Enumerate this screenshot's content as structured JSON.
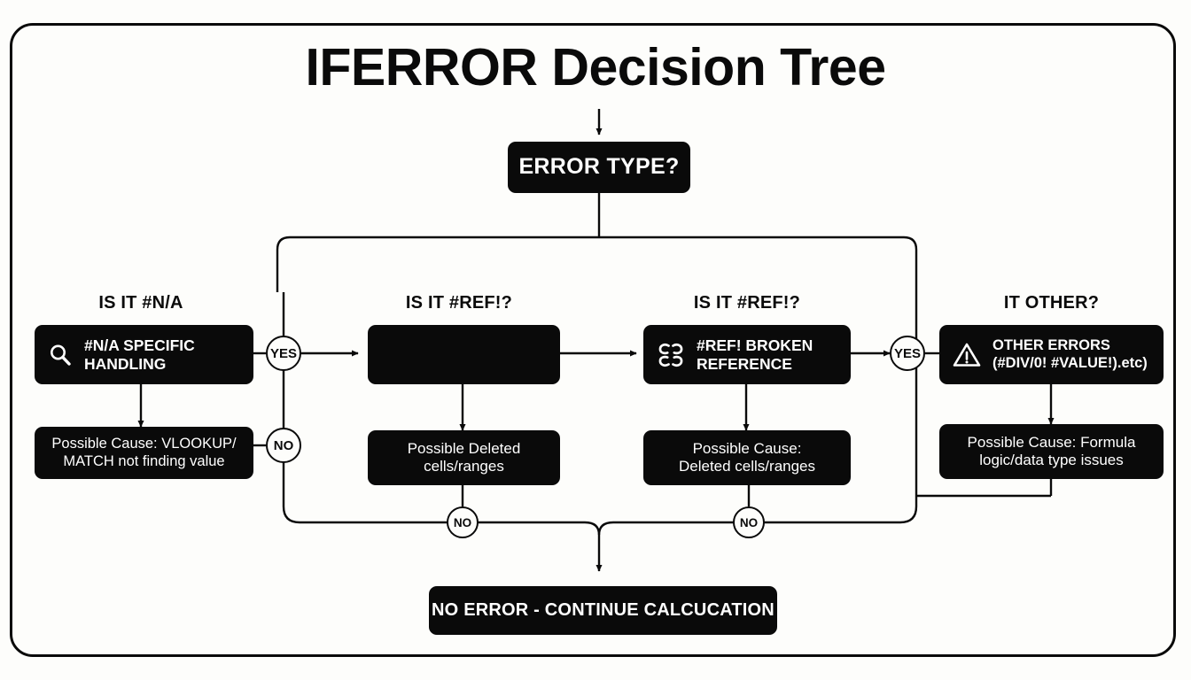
{
  "page": {
    "title": "IFERROR Decision Tree",
    "background_color": "#fdfdfb",
    "ink_color": "#0a0a0a",
    "box_fill": "#0a0a0a",
    "box_text_color": "#ffffff"
  },
  "root": {
    "label": "ERROR TYPE?"
  },
  "columns": [
    {
      "header": "IS IT #N/A",
      "icon": "magnifier-icon",
      "main_label_line1": "#N/A SPECIFIC",
      "main_label_line2": "HANDLING",
      "cause_line1": "Possible Cause: VLOOKUP/",
      "cause_line2": "MATCH not finding value"
    },
    {
      "header": "IS IT #REF!?",
      "icon": "none",
      "main_label_line1": "",
      "main_label_line2": "",
      "cause_line1": "Possible Deleted",
      "cause_line2": "cells/ranges"
    },
    {
      "header": "IS IT #REF!?",
      "icon": "broken-link-icon",
      "main_label_line1": "#REF! BROKEN",
      "main_label_line2": "REFERENCE",
      "cause_line1": "Possible Cause:",
      "cause_line2": "Deleted cells/ranges"
    },
    {
      "header": "IT OTHER?",
      "icon": "warning-triangle-icon",
      "main_label_line1": "OTHER ERRORS",
      "main_label_line2": "(#DIV/0! #VALUE!).etc)",
      "cause_line1": "Possible Cause: Formula",
      "cause_line2": "logic/data type issues"
    }
  ],
  "connectors": {
    "yes_left": "YES",
    "no_left": "NO",
    "yes_right": "YES",
    "no_bottom_left": "NO",
    "no_bottom_right": "NO"
  },
  "terminal": {
    "label": "NO ERROR - CONTINUE CALCUCATION"
  }
}
